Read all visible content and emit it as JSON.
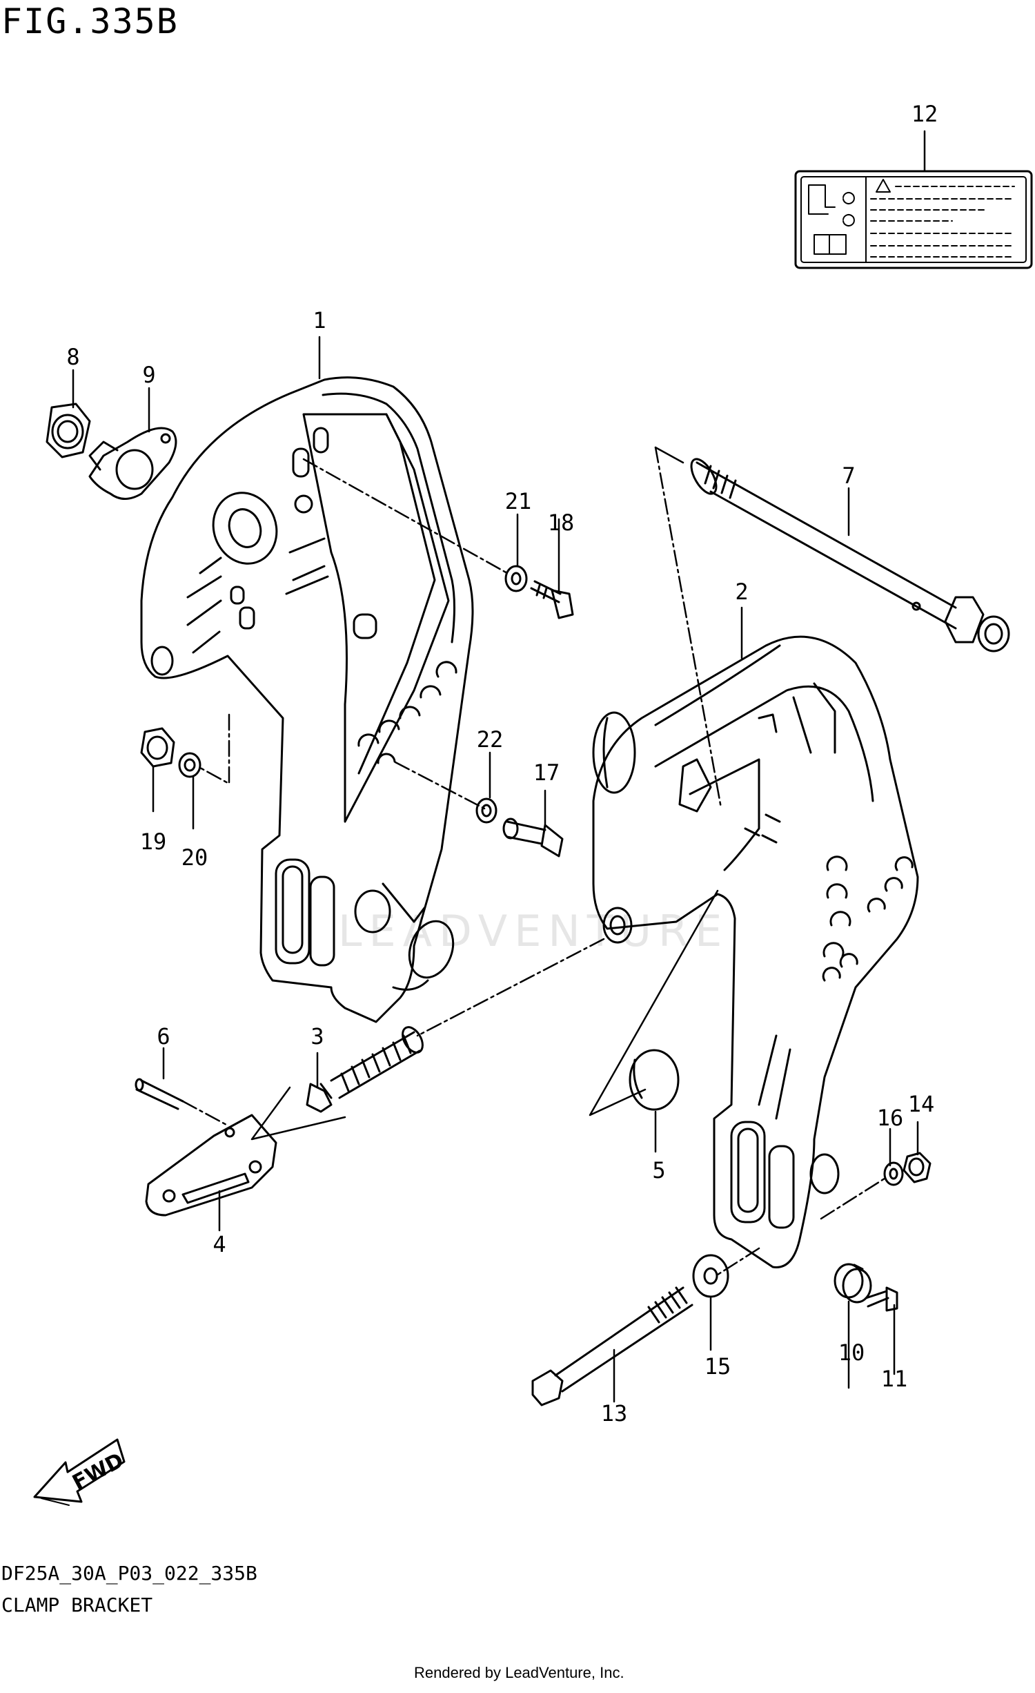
{
  "figure": {
    "title": "FIG.335B",
    "model_code": "DF25A_30A_P03_022_335B",
    "section_name": "CLAMP BRACKET",
    "credit": "Rendered by LeadVenture, Inc.",
    "watermark": "LEADVENTURE",
    "fwd_label": "FWD"
  },
  "callouts": [
    {
      "id": "callout-1",
      "label": "1"
    },
    {
      "id": "callout-2",
      "label": "2"
    },
    {
      "id": "callout-3",
      "label": "3"
    },
    {
      "id": "callout-4",
      "label": "4"
    },
    {
      "id": "callout-5",
      "label": "5"
    },
    {
      "id": "callout-6",
      "label": "6"
    },
    {
      "id": "callout-7",
      "label": "7"
    },
    {
      "id": "callout-8",
      "label": "8"
    },
    {
      "id": "callout-9",
      "label": "9"
    },
    {
      "id": "callout-10",
      "label": "10"
    },
    {
      "id": "callout-11",
      "label": "11"
    },
    {
      "id": "callout-12",
      "label": "12"
    },
    {
      "id": "callout-13",
      "label": "13"
    },
    {
      "id": "callout-14",
      "label": "14"
    },
    {
      "id": "callout-15",
      "label": "15"
    },
    {
      "id": "callout-16",
      "label": "16"
    },
    {
      "id": "callout-17",
      "label": "17"
    },
    {
      "id": "callout-18",
      "label": "18"
    },
    {
      "id": "callout-19",
      "label": "19"
    },
    {
      "id": "callout-20",
      "label": "20"
    },
    {
      "id": "callout-21",
      "label": "21"
    },
    {
      "id": "callout-22",
      "label": "22"
    }
  ]
}
